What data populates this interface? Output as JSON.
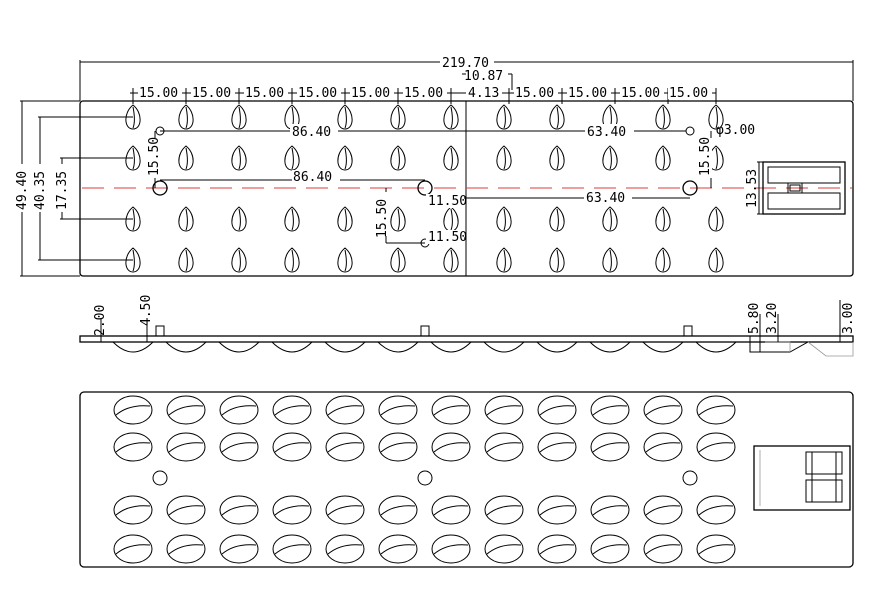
{
  "drawing": {
    "top_view": {
      "overall_length": "219.70",
      "offset_center": "10.87",
      "offset_small": "4.13",
      "pitch_labels": [
        "15.00",
        "15.00",
        "15.00",
        "15.00",
        "15.00",
        "15.00",
        "15.00",
        "15.00",
        "15.00",
        "15.00"
      ],
      "width_total": "49.40",
      "width_outer_rows": "40.35",
      "width_inner_rows": "17.35",
      "hole_span_upper_left": "86.40",
      "hole_span_upper_right": "63.40",
      "hole_span_lower_left": "86.40",
      "hole_span_lower_right": "63.40",
      "hole_diameter": "φ3.00",
      "left_hole_offset": "15.50",
      "right_hole_offset": "15.50",
      "center_hole_offset": "15.50",
      "center_hole_dx_upper": "11.50",
      "center_hole_dx_lower": "11.50",
      "connector_height": "13.53"
    },
    "side_view": {
      "thickness_plate": "2.00",
      "post_height": "4.50",
      "connector_depth": "5.80",
      "connector_step": "3.20",
      "end_height": "3.00"
    },
    "bottom_view": {
      "lens_rows": 4,
      "lens_cols": 12
    }
  }
}
